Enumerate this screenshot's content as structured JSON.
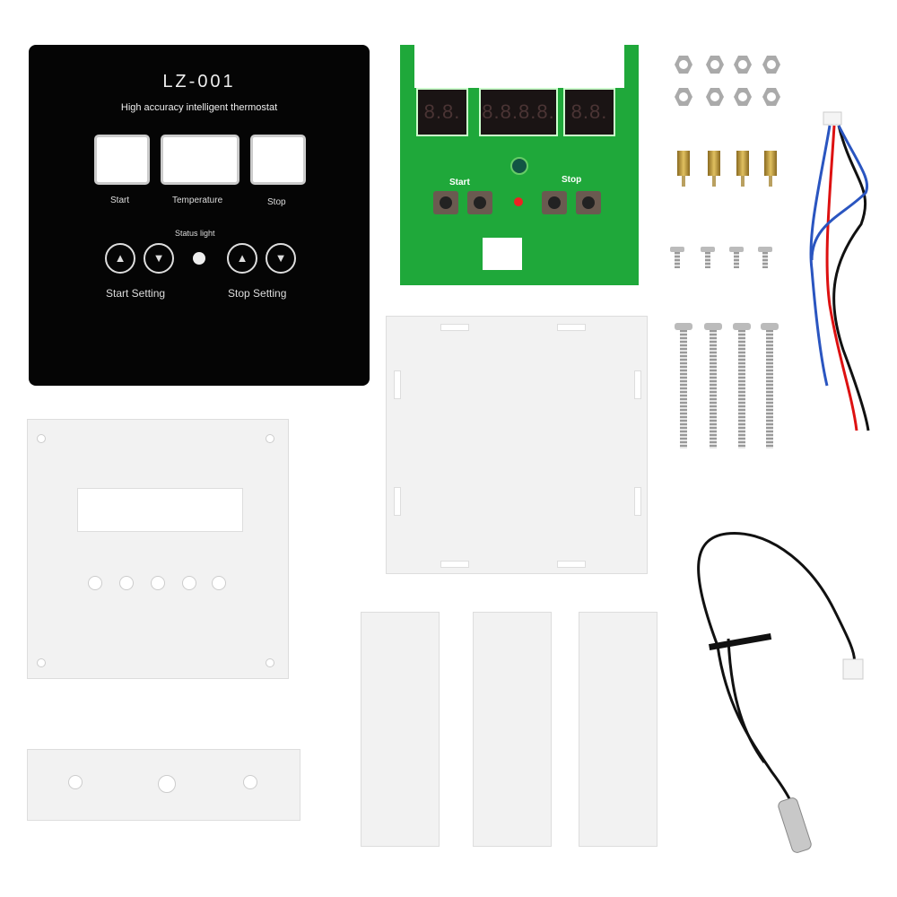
{
  "panel": {
    "model": "LZ-001",
    "subtitle": "High accuracy intelligent thermostat",
    "labels": {
      "start": "Start",
      "temperature": "Temperature",
      "stop": "Stop",
      "status_light": "Status light",
      "start_setting": "Start Setting",
      "stop_setting": "Stop Setting"
    },
    "arrows": {
      "up": "▲",
      "down": "▼"
    }
  },
  "pcb": {
    "displays": [
      "8.8.",
      "8.8.8.8.",
      "8.8."
    ],
    "labels": {
      "start": "Start",
      "stop": "Stop"
    },
    "color": "#1fa83a"
  },
  "colors": {
    "panel": "#050505",
    "acrylic": "#f2f2f2",
    "wire_red": "#d11",
    "wire_blue": "#2a55c0",
    "wire_black": "#111"
  }
}
